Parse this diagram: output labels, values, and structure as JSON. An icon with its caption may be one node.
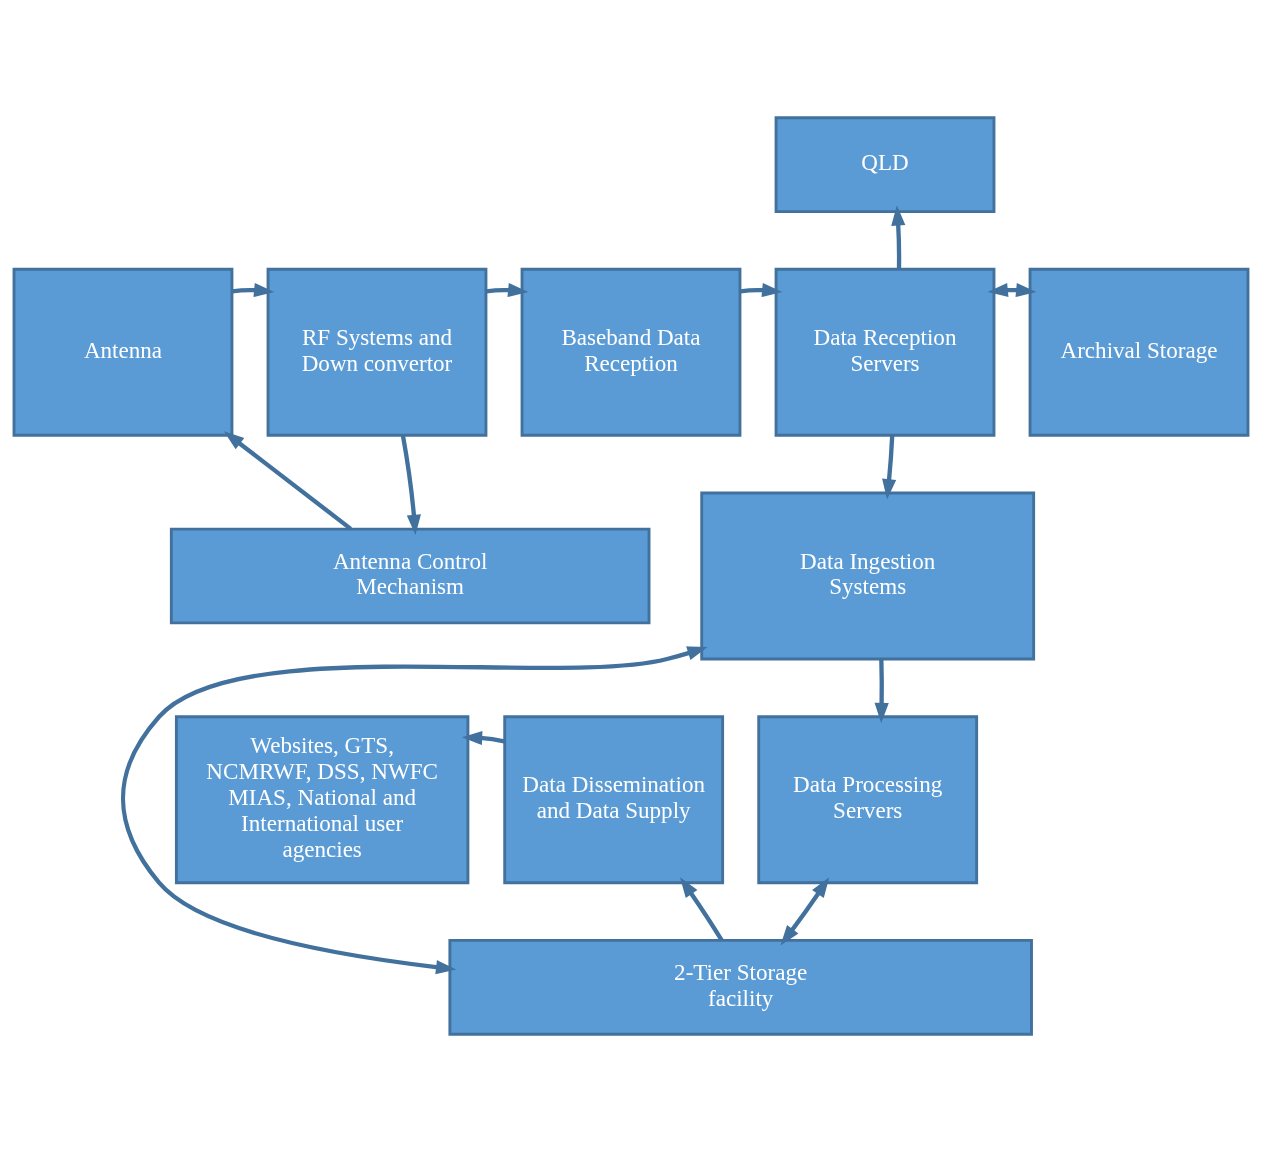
{
  "diagram": {
    "nodes": [
      {
        "text": [
          "QLD"
        ]
      },
      {
        "text": [
          "Antenna"
        ]
      },
      {
        "text": [
          "RF Systems and Down convertor"
        ]
      },
      {
        "text": [
          "Baseband Data Reception"
        ]
      },
      {
        "text": [
          "Data Reception Servers"
        ]
      },
      {
        "text": [
          "Archival Storage"
        ]
      },
      {
        "text": [
          "Antenna Control Mechanism"
        ]
      },
      {
        "text": [
          "Data Ingestion Systems"
        ]
      },
      {
        "text": [
          "Websites, GTS, NCMRWF, DSS, NWFC MIAS, National and International user agencies"
        ]
      },
      {
        "text": [
          "Data Dissemination and Data Supply"
        ]
      },
      {
        "text": [
          "Data Processing Servers"
        ]
      },
      {
        "text": [
          "2-Tier Storage facility"
        ]
      }
    ],
    "edges": [
      {
        "from": 1,
        "to": 2,
        "arrow": "to"
      },
      {
        "from": 2,
        "to": 3,
        "arrow": "to"
      },
      {
        "from": 3,
        "to": 4,
        "arrow": "to"
      },
      {
        "from": 4,
        "to": 0,
        "arrow": "to"
      },
      {
        "from": 4,
        "to": 5,
        "arrow": "both"
      },
      {
        "from": 6,
        "to": 1,
        "arrow": "to"
      },
      {
        "from": 2,
        "to": 6,
        "arrow": "to"
      },
      {
        "from": 4,
        "to": 7,
        "arrow": "to"
      },
      {
        "from": 7,
        "to": 10,
        "arrow": "to"
      },
      {
        "from": 11,
        "to": 7,
        "arrow": "both"
      },
      {
        "from": 9,
        "to": 8,
        "arrow": "to"
      },
      {
        "from": 11,
        "to": 9,
        "arrow": "to"
      },
      {
        "from": 10,
        "to": 11,
        "arrow": "both"
      }
    ]
  }
}
